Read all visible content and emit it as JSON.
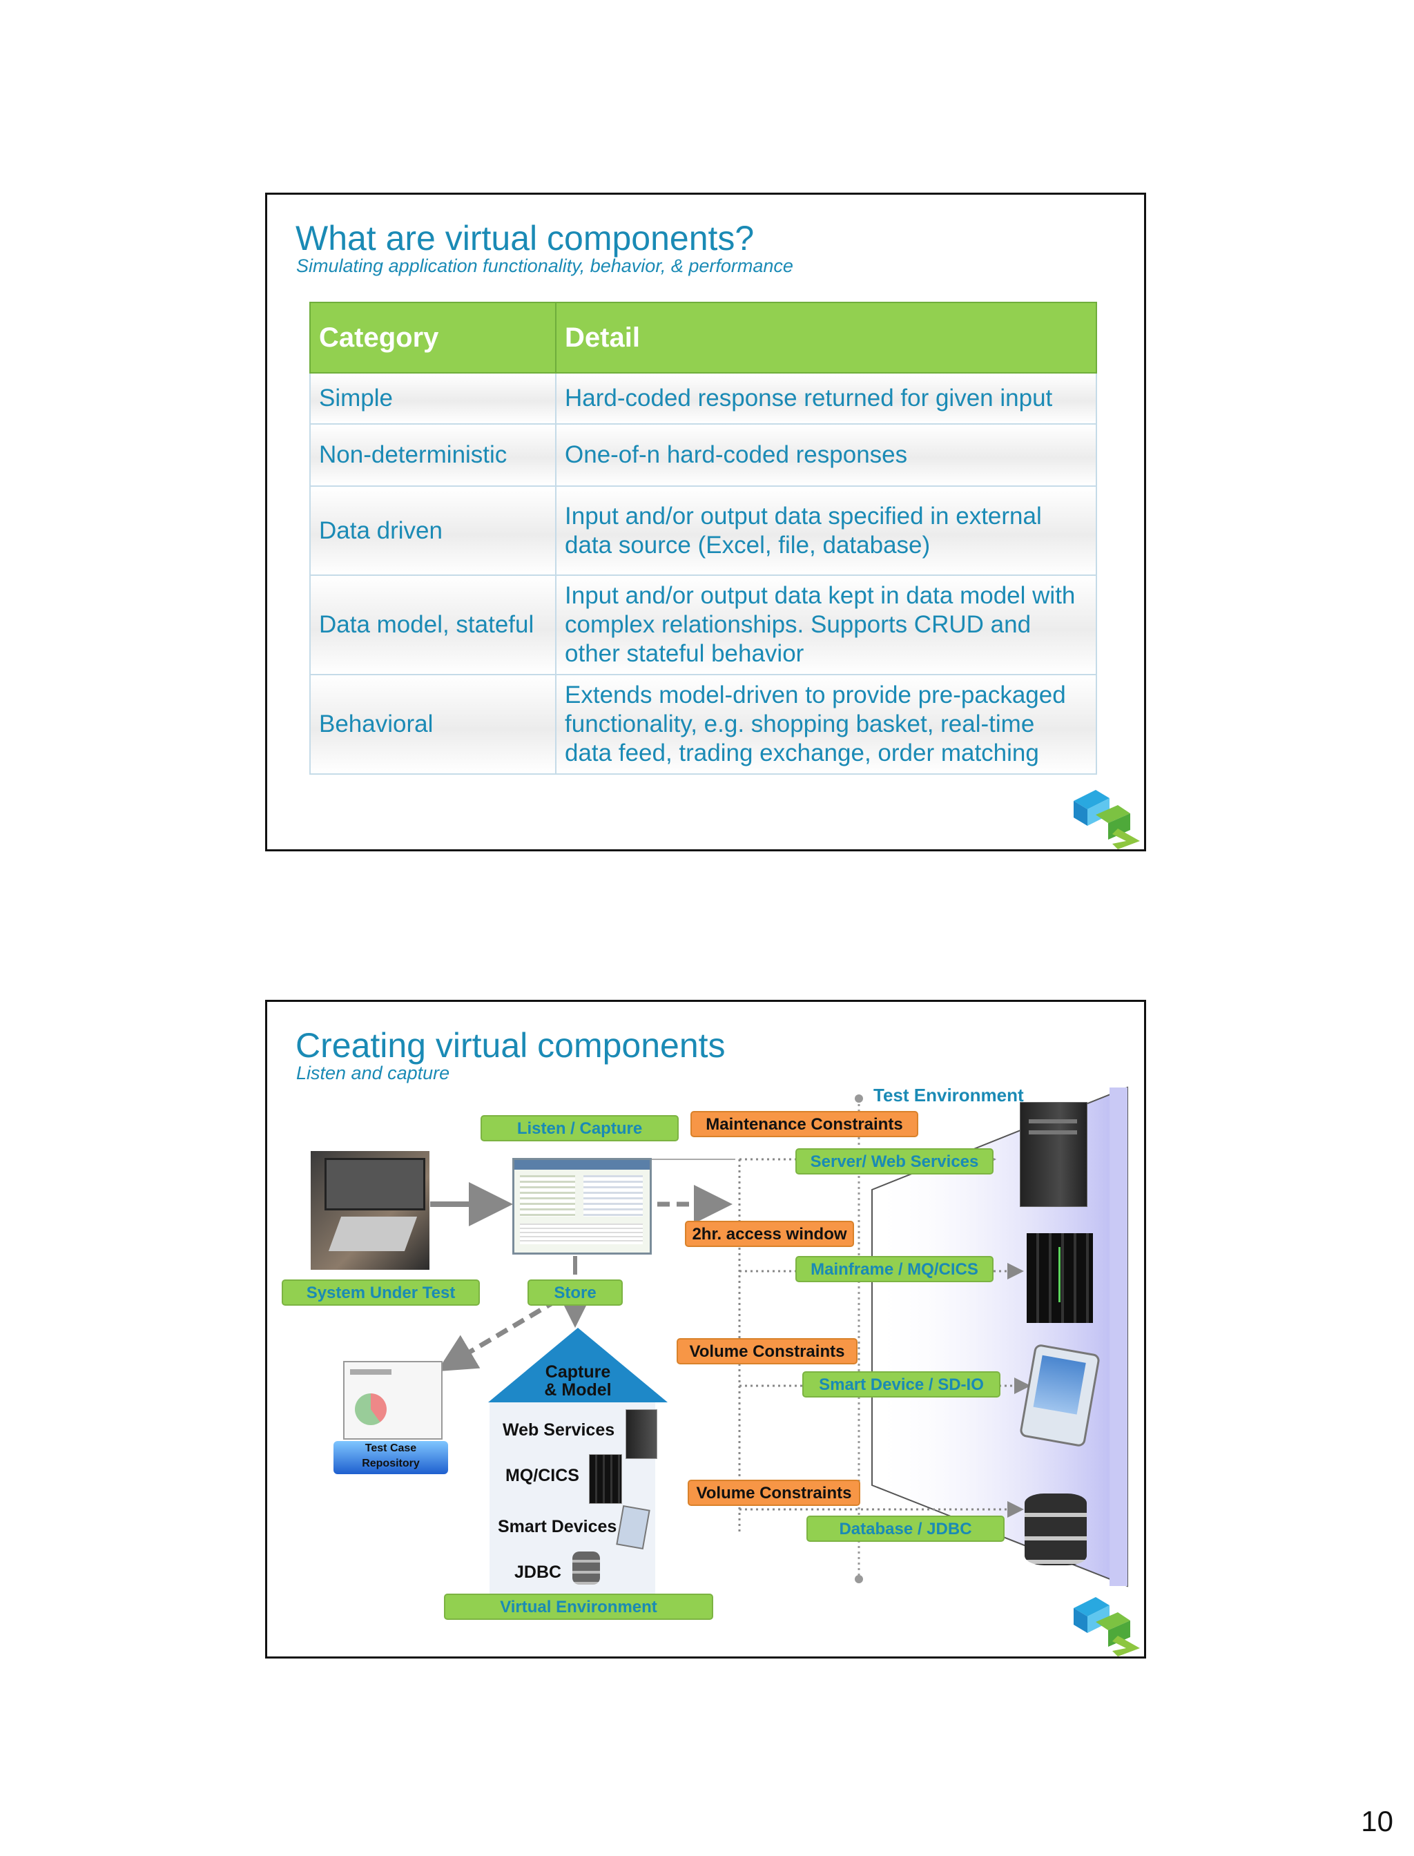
{
  "slide1": {
    "title": "What are virtual components?",
    "subtitle": "Simulating application functionality, behavior, & performance",
    "table": {
      "headers": [
        "Category",
        "Detail"
      ],
      "rows": [
        {
          "category": "Simple",
          "detail_lines": [
            "Hard-coded response returned for given input"
          ]
        },
        {
          "category": "Non-deterministic",
          "detail_lines": [
            "One-of-n hard-coded responses"
          ]
        },
        {
          "category": "Data driven",
          "detail_lines": [
            "Input and/or output data specified in external",
            "data source (Excel, file, database)"
          ]
        },
        {
          "category": "Data model, stateful",
          "detail_lines": [
            "Input and/or output data kept in data model with",
            "complex relationships.  Supports CRUD and",
            "other stateful behavior"
          ]
        },
        {
          "category": "Behavioral",
          "detail_lines": [
            "Extends model-driven to provide pre-packaged",
            "functionality, e.g. shopping basket, real-time",
            "data feed, trading exchange, order matching"
          ]
        }
      ]
    }
  },
  "slide2": {
    "title": "Creating virtual components",
    "subtitle": "Listen and capture",
    "labels": {
      "listen_capture": "Listen / Capture",
      "system_under_test": "System Under Test",
      "store": "Store",
      "test_case_repository_1": "Test Case",
      "test_case_repository_2": "Repository",
      "capture_model_1": "Capture",
      "capture_model_2": "& Model",
      "web_services": "Web Services",
      "mq_cics": "MQ/CICS",
      "smart_devices": "Smart Devices",
      "jdbc": "JDBC",
      "virtual_environment": "Virtual Environment",
      "test_environment": "Test Environment",
      "maintenance_constraints": "Maintenance Constraints",
      "server_web_services": "Server/ Web Services",
      "access_window": "2hr. access window",
      "mainframe": "Mainframe / MQ/CICS",
      "volume_constraints_1": "Volume Constraints",
      "smart_device": "Smart Device / SD-IO",
      "volume_constraints_2": "Volume Constraints",
      "database": "Database / JDBC"
    }
  },
  "page_number": "10",
  "colors": {
    "title_blue": "#1a8ab5",
    "header_green": "#92d050",
    "constraint_orange": "#f79646",
    "environment_lavender": "#c9c9f5"
  }
}
